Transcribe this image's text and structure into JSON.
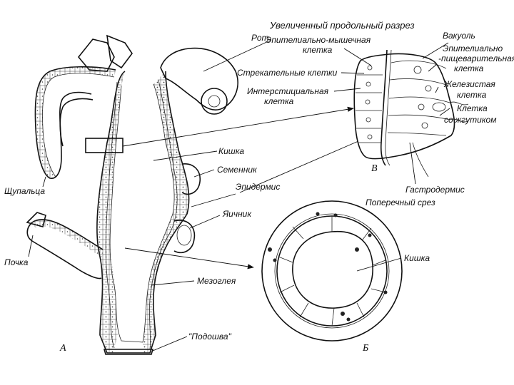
{
  "labels": {
    "enlarged_section": "Увеличенный продольный разрез",
    "mouth": "Рот",
    "epithelial_muscle_1": "Эпителиально-мышечная",
    "epithelial_muscle_2": "клетка",
    "vacuole": "Вакуоль",
    "epithelial_digestive_1": "Эпителиально",
    "epithelial_digestive_2": "-пищеварительная",
    "epithelial_digestive_3": "клетка",
    "stinging": "Стрекательные клетки",
    "glandular_1": "Железистая",
    "glandular_2": "клетка",
    "interstitial_1": "Интерстициальная",
    "interstitial_2": "клетка",
    "flagellum_1": "Клетка",
    "flagellum_2": "со жгутиком",
    "gut": "Кишка",
    "testis": "Семенник",
    "tentacles": "Щупальца",
    "epidermis": "Эпидермис",
    "gastrodermis": "Гастродермис",
    "cross_section": "Поперечный срез",
    "ovary": "Яичник",
    "bud": "Почка",
    "gut_2": "Кишка",
    "mesoglea": "Мезоглея",
    "sole": "\"Подошва\"",
    "letter_a": "А",
    "letter_b": "Б",
    "letter_v": "В"
  }
}
